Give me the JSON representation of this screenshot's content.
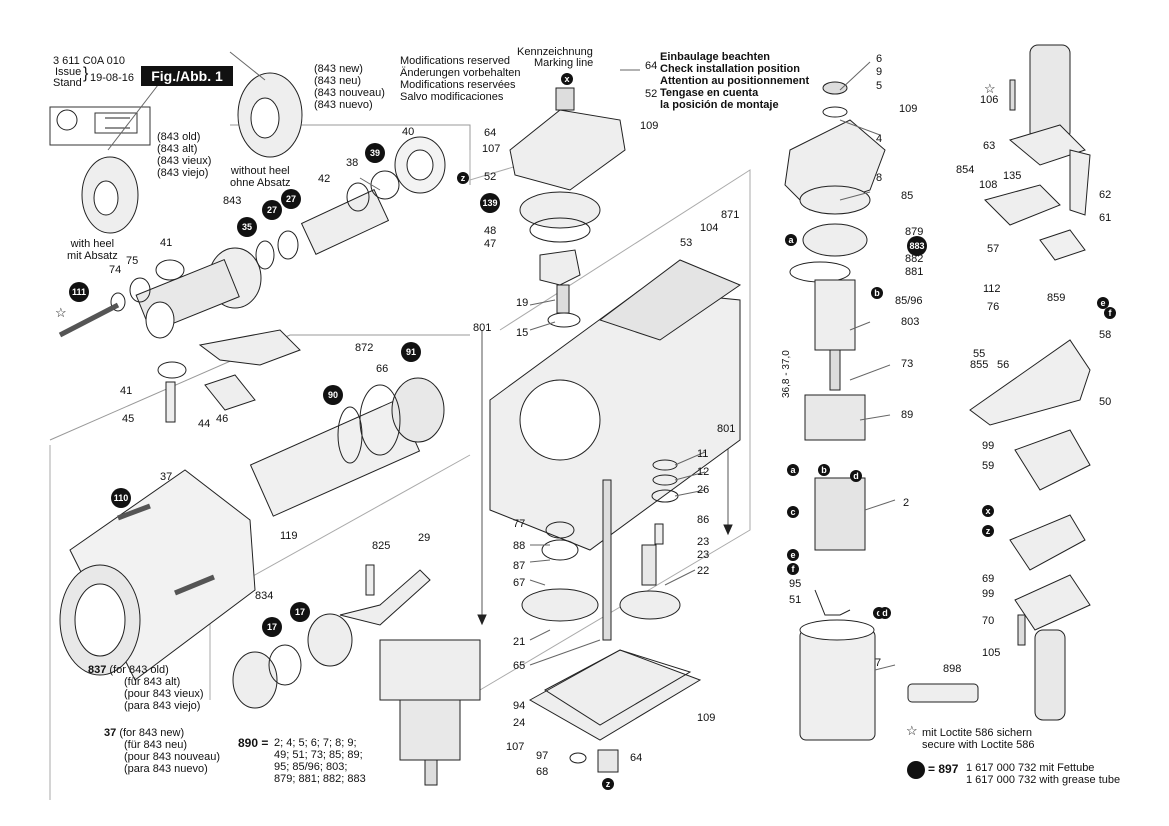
{
  "header": {
    "doc_number": "3 611 C0A 010",
    "issue_label_1": "Issue",
    "issue_label_2": "Stand",
    "issue_date": "19-08-16",
    "figure_label": "Fig./Abb. 1"
  },
  "modifications": [
    "Modifications reserved",
    "Änderungen vorbehalten",
    "Modifications reservées",
    "Salvo modificaciones"
  ],
  "marking": {
    "label_1": "Kennzeichnung",
    "label_2": "Marking line"
  },
  "install_notes": [
    "Einbaulage beachten",
    "Check installation position",
    "Attention au positionnement",
    "Tengase en cuenta",
    "la posición de montaje"
  ],
  "notes_843_new": [
    "(843 new)",
    "(843 neu)",
    "(843 nouveau)",
    "(843 nuevo)"
  ],
  "notes_843_old": [
    "(843 old)",
    "(843 alt)",
    "(843 vieux)",
    "(843 viejo)"
  ],
  "with_heel": [
    "with heel",
    "mit Absatz"
  ],
  "without_heel": [
    "without heel",
    "ohne Absatz"
  ],
  "note_837": {
    "num": "837",
    "lines": [
      "(for 843 old)",
      "(für 843 alt)",
      "(pour 843 vieux)",
      "(para 843 viejo)"
    ]
  },
  "note_37": {
    "num": "37",
    "lines": [
      "(for 843 new)",
      "(für 843 neu)",
      "(pour 843 nouveau)",
      "(para 843 nuevo)"
    ]
  },
  "set_890": {
    "label": "890 =",
    "lines": [
      "2; 4; 5; 6; 7; 8; 9;",
      "49; 51; 73; 85; 89;",
      "95; 85/96; 803;",
      "879; 881; 882; 883"
    ]
  },
  "loctite": {
    "lines": [
      "mit Loctite 586 sichern",
      "secure with Loctite 586"
    ]
  },
  "grease": {
    "label": "= 897",
    "lines": [
      "1 617 000 732 mit Fettube",
      "1 617 000 732 with grease tube"
    ]
  },
  "armature_dim": "36,8 - 37,0",
  "part_numbers": [
    {
      "id": "p2",
      "t": "2"
    },
    {
      "id": "p4",
      "t": "4"
    },
    {
      "id": "p5",
      "t": "5"
    },
    {
      "id": "p6",
      "t": "6"
    },
    {
      "id": "p7",
      "t": "7"
    },
    {
      "id": "p8",
      "t": "8"
    },
    {
      "id": "p9",
      "t": "9"
    },
    {
      "id": "p11",
      "t": "11"
    },
    {
      "id": "p12",
      "t": "12"
    },
    {
      "id": "p15",
      "t": "15"
    },
    {
      "id": "p19",
      "t": "19"
    },
    {
      "id": "p21",
      "t": "21"
    },
    {
      "id": "p22",
      "t": "22"
    },
    {
      "id": "p23a",
      "t": "23"
    },
    {
      "id": "p23b",
      "t": "23"
    },
    {
      "id": "p24",
      "t": "24"
    },
    {
      "id": "p26",
      "t": "26"
    },
    {
      "id": "p29",
      "t": "29"
    },
    {
      "id": "p37",
      "t": "37"
    },
    {
      "id": "p38",
      "t": "38"
    },
    {
      "id": "p40",
      "t": "40"
    },
    {
      "id": "p41a",
      "t": "41"
    },
    {
      "id": "p41b",
      "t": "41"
    },
    {
      "id": "p42",
      "t": "42"
    },
    {
      "id": "p44",
      "t": "44"
    },
    {
      "id": "p45",
      "t": "45"
    },
    {
      "id": "p46",
      "t": "46"
    },
    {
      "id": "p47",
      "t": "47"
    },
    {
      "id": "p48",
      "t": "48"
    },
    {
      "id": "p50",
      "t": "50"
    },
    {
      "id": "p51",
      "t": "51"
    },
    {
      "id": "p52a",
      "t": "52"
    },
    {
      "id": "p52b",
      "t": "52"
    },
    {
      "id": "p53",
      "t": "53"
    },
    {
      "id": "p55",
      "t": "55"
    },
    {
      "id": "p56",
      "t": "56"
    },
    {
      "id": "p57",
      "t": "57"
    },
    {
      "id": "p58",
      "t": "58"
    },
    {
      "id": "p59",
      "t": "59"
    },
    {
      "id": "p61",
      "t": "61"
    },
    {
      "id": "p62",
      "t": "62"
    },
    {
      "id": "p63",
      "t": "63"
    },
    {
      "id": "p64a",
      "t": "64"
    },
    {
      "id": "p64b",
      "t": "64"
    },
    {
      "id": "p64c",
      "t": "64"
    },
    {
      "id": "p65",
      "t": "65"
    },
    {
      "id": "p66",
      "t": "66"
    },
    {
      "id": "p67",
      "t": "67"
    },
    {
      "id": "p68",
      "t": "68"
    },
    {
      "id": "p69",
      "t": "69"
    },
    {
      "id": "p70",
      "t": "70"
    },
    {
      "id": "p73",
      "t": "73"
    },
    {
      "id": "p74",
      "t": "74"
    },
    {
      "id": "p75",
      "t": "75"
    },
    {
      "id": "p76",
      "t": "76"
    },
    {
      "id": "p77",
      "t": "77"
    },
    {
      "id": "p85",
      "t": "85"
    },
    {
      "id": "p8596a",
      "t": "85/96"
    },
    {
      "id": "p86",
      "t": "86"
    },
    {
      "id": "p87",
      "t": "87"
    },
    {
      "id": "p88",
      "t": "88"
    },
    {
      "id": "p89",
      "t": "89"
    },
    {
      "id": "p94",
      "t": "94"
    },
    {
      "id": "p95",
      "t": "95"
    },
    {
      "id": "p97",
      "t": "97"
    },
    {
      "id": "p99a",
      "t": "99"
    },
    {
      "id": "p99b",
      "t": "99"
    },
    {
      "id": "p104",
      "t": "104"
    },
    {
      "id": "p105",
      "t": "105"
    },
    {
      "id": "p106",
      "t": "106"
    },
    {
      "id": "p107a",
      "t": "107"
    },
    {
      "id": "p107b",
      "t": "107"
    },
    {
      "id": "p108",
      "t": "108"
    },
    {
      "id": "p109a",
      "t": "109"
    },
    {
      "id": "p109b",
      "t": "109"
    },
    {
      "id": "p109c",
      "t": "109"
    },
    {
      "id": "p112",
      "t": "112"
    },
    {
      "id": "p119",
      "t": "119"
    },
    {
      "id": "p135",
      "t": "135"
    },
    {
      "id": "p801a",
      "t": "801"
    },
    {
      "id": "p801b",
      "t": "801"
    },
    {
      "id": "p803",
      "t": "803"
    },
    {
      "id": "p825",
      "t": "825"
    },
    {
      "id": "p834",
      "t": "834"
    },
    {
      "id": "p843",
      "t": "843"
    },
    {
      "id": "p854",
      "t": "854"
    },
    {
      "id": "p855",
      "t": "855"
    },
    {
      "id": "p859",
      "t": "859"
    },
    {
      "id": "p871",
      "t": "871"
    },
    {
      "id": "p872",
      "t": "872"
    },
    {
      "id": "p879",
      "t": "879"
    },
    {
      "id": "p881",
      "t": "881"
    },
    {
      "id": "p882",
      "t": "882"
    },
    {
      "id": "p898",
      "t": "898"
    }
  ],
  "badges": [
    {
      "id": "b17a",
      "t": "17"
    },
    {
      "id": "b17b",
      "t": "17"
    },
    {
      "id": "b27a",
      "t": "27"
    },
    {
      "id": "b27b",
      "t": "27"
    },
    {
      "id": "b35",
      "t": "35"
    },
    {
      "id": "b39",
      "t": "39"
    },
    {
      "id": "b90",
      "t": "90"
    },
    {
      "id": "b91",
      "t": "91"
    },
    {
      "id": "b110",
      "t": "110"
    },
    {
      "id": "b111",
      "t": "111"
    },
    {
      "id": "b139",
      "t": "139"
    },
    {
      "id": "b883",
      "t": "883"
    }
  ],
  "letters": [
    {
      "id": "la1",
      "t": "a"
    },
    {
      "id": "la2",
      "t": "a"
    },
    {
      "id": "lb1",
      "t": "b"
    },
    {
      "id": "lb2",
      "t": "b"
    },
    {
      "id": "lc1",
      "t": "c"
    },
    {
      "id": "lc2",
      "t": "c"
    },
    {
      "id": "ld1",
      "t": "d"
    },
    {
      "id": "ld2",
      "t": "d"
    },
    {
      "id": "le1",
      "t": "e"
    },
    {
      "id": "le2",
      "t": "e"
    },
    {
      "id": "lf1",
      "t": "f"
    },
    {
      "id": "lf2",
      "t": "f"
    },
    {
      "id": "lx1",
      "t": "x"
    },
    {
      "id": "lx2",
      "t": "x"
    },
    {
      "id": "lz1",
      "t": "z"
    },
    {
      "id": "lz2",
      "t": "z"
    },
    {
      "id": "lz3",
      "t": "z"
    }
  ]
}
